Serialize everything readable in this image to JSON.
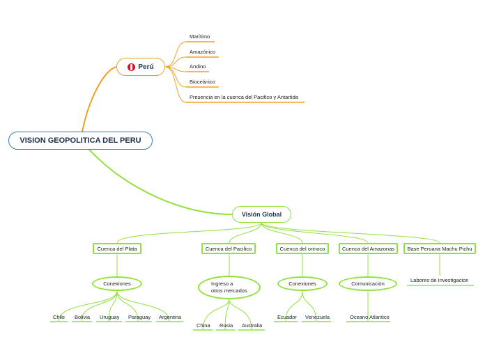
{
  "root": "VISION GEOPOLITICA DEL PERU",
  "peru": {
    "label": "Perú",
    "items": [
      "Marítimo",
      "Amazónico",
      "Andino",
      "Bioceánico",
      "Presencia en la cuenca del Pacifico y Antartida"
    ]
  },
  "global": {
    "label": "Visión Global",
    "basins": [
      {
        "label": "Cuenca del Plata",
        "sub": "Conexiones",
        "leaves": [
          "Chile",
          "Bolivia",
          "Uruguay",
          "Paraguay",
          "Argentina"
        ]
      },
      {
        "label": "Cuenca del Pacifico",
        "sub": "Ingreso a otros mercados",
        "sub_lines": [
          "Ingreso a",
          "otros mercados"
        ],
        "leaves": [
          "China",
          "Rusia",
          "Australia"
        ]
      },
      {
        "label": "Cuenca del orinoco",
        "sub": "Conexiones",
        "leaves": [
          "Ecuador",
          "Venezuela"
        ]
      },
      {
        "label": "Cuenca del Amazonas",
        "sub": "Comunicación",
        "leaves": [
          "Oceano Atlantico"
        ]
      },
      {
        "label": "Base Peruana Machu Pichu",
        "sub": "Labores de Investigacion",
        "leaves": []
      }
    ]
  },
  "colors": {
    "peru_branch": "#f0a020",
    "global_branch": "#8ee23a",
    "root_border": "#3a78b5"
  }
}
